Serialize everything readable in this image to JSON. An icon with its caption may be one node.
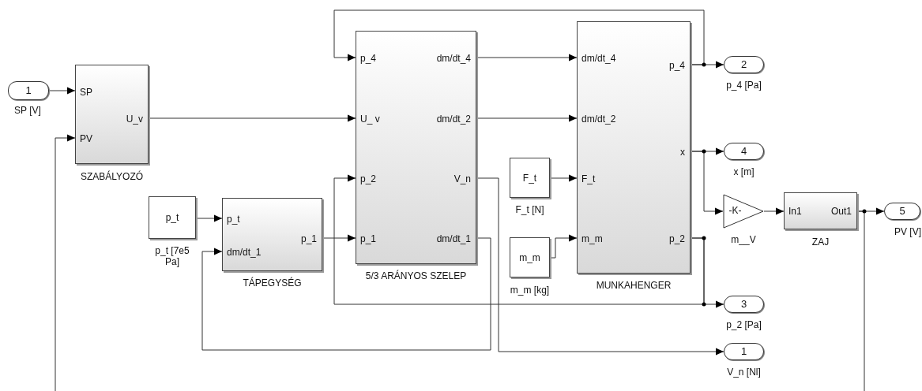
{
  "diagram": {
    "nodes": [
      {
        "text": [
          "1"
        ],
        "beside": [
          "SP [V]"
        ]
      },
      {
        "text": [
          "SP",
          "PV",
          "U_v"
        ],
        "beside": [
          "SZABÁLYOZÓ"
        ]
      },
      {
        "text": [
          "p_t"
        ],
        "beside": [
          "p_t [7e5 Pa]"
        ]
      },
      {
        "text": [
          "p_t",
          "dm/dt_1",
          "p_1"
        ],
        "beside": [
          "TÁPEGYSÉG"
        ]
      },
      {
        "text": [
          "p_4",
          "dm/dt_4",
          "U_ v",
          "dm/dt_2",
          "p_2",
          "V_n",
          "p_1",
          "dm/dt_1"
        ],
        "beside": [
          "5/3 ARÁNYOS SZELEP"
        ]
      },
      {
        "text": [
          "F_t"
        ],
        "beside": [
          "F_t [N]"
        ]
      },
      {
        "text": [
          "m_m"
        ],
        "beside": [
          "m_m [kg]"
        ]
      },
      {
        "text": [
          "dm/dt_4",
          "p_4",
          "dm/dt_2",
          "x",
          "F_t",
          "m_m",
          "p_2"
        ],
        "beside": [
          "MUNKAHENGER"
        ]
      },
      {
        "text": [
          "2"
        ],
        "beside": [
          "p_4 [Pa]"
        ]
      },
      {
        "text": [
          "4"
        ],
        "beside": [
          "x [m]"
        ]
      },
      {
        "text": [
          "-K-"
        ],
        "beside": [
          "m__V"
        ]
      },
      {
        "text": [
          "In1",
          "Out1"
        ],
        "beside": [
          "ZAJ"
        ]
      },
      {
        "text": [
          "5"
        ],
        "beside": [
          "PV [V]"
        ]
      },
      {
        "text": [
          "3"
        ],
        "beside": [
          "p_2 [Pa]"
        ]
      },
      {
        "text": [
          "1"
        ],
        "beside": [
          "V_n [Nl]"
        ]
      }
    ],
    "edges": [
      {
        "from": 0,
        "to": 1,
        "arrow": "to"
      },
      {
        "from": 1,
        "to": 4,
        "arrow": "to"
      },
      {
        "from": 2,
        "to": 3,
        "arrow": "to"
      },
      {
        "from": 3,
        "to": 4,
        "arrow": "to"
      },
      {
        "from": 4,
        "to": 3,
        "arrow": "to"
      },
      {
        "from": 4,
        "to": 7,
        "arrow": "to"
      },
      {
        "from": 4,
        "to": 7,
        "arrow": "to"
      },
      {
        "from": 4,
        "to": 14,
        "arrow": "to"
      },
      {
        "from": 5,
        "to": 7,
        "arrow": "to"
      },
      {
        "from": 6,
        "to": 7,
        "arrow": "to"
      },
      {
        "from": 7,
        "to": 8,
        "arrow": "to"
      },
      {
        "from": 7,
        "to": 4,
        "arrow": "to"
      },
      {
        "from": 7,
        "to": 9,
        "arrow": "to"
      },
      {
        "from": 7,
        "to": 10,
        "arrow": "to"
      },
      {
        "from": 10,
        "to": 11,
        "arrow": "to"
      },
      {
        "from": 11,
        "to": 12,
        "arrow": "to"
      },
      {
        "from": 11,
        "to": 1,
        "arrow": "to"
      },
      {
        "from": 7,
        "to": 13,
        "arrow": "to"
      },
      {
        "from": 7,
        "to": 4,
        "arrow": "to"
      }
    ]
  }
}
